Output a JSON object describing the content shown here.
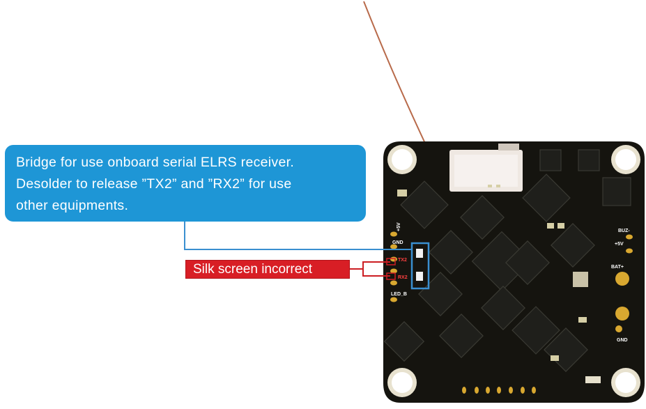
{
  "callout_blue": {
    "lines": [
      "Bridge for use onboard serial ELRS receiver.",
      "Desolder to release ”TX2” and ”RX2” for use",
      "other equipments."
    ]
  },
  "callout_red": {
    "text": "Silk screen incorrect"
  },
  "board": {
    "labels": {
      "plus5v": "+5V",
      "gnd_left": "GND",
      "tx2": "TX2",
      "rx2": "RX2",
      "led": "LED_B",
      "buz": "BUZ-",
      "plus5v_right": "+5V",
      "bat": "BAT+",
      "gnd_right": "GND"
    }
  },
  "colors": {
    "callout_blue": "#1e96d6",
    "callout_red": "#d81e25",
    "board": "#15140f",
    "pad_gold": "#d9a830",
    "leader_blue": "#3a8fd0",
    "leader_red": "#cc1d22"
  }
}
